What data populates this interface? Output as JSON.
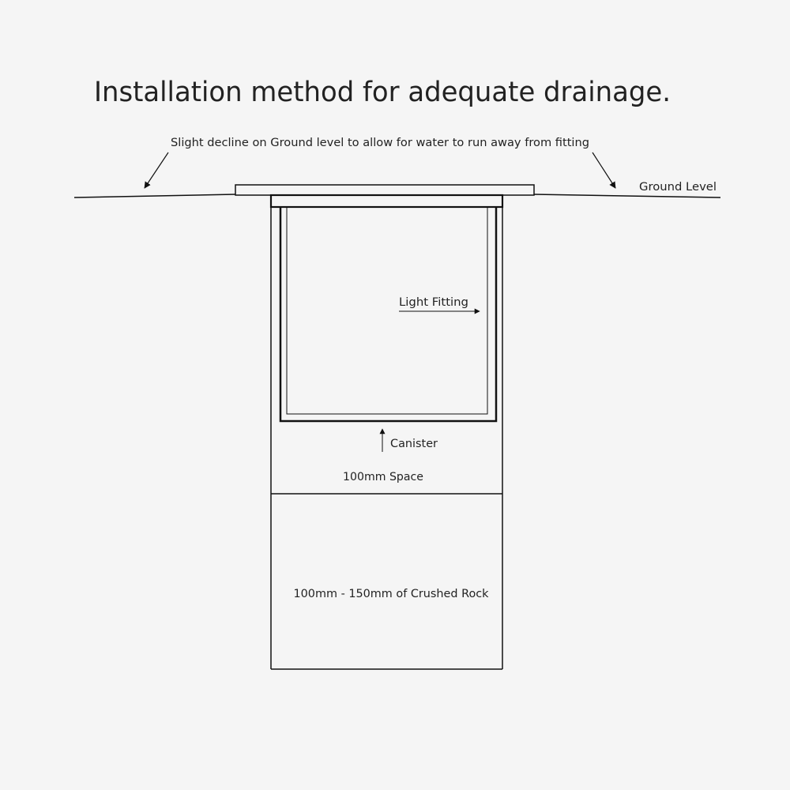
{
  "title": "Installation method for adequate drainage.",
  "labels": {
    "decline_note": "Slight decline on Ground level to allow for water to run away from fitting",
    "ground_level": "Ground Level",
    "light_fitting": "Light Fitting",
    "canister": "Canister",
    "space": "100mm Space",
    "crushed_rock": "100mm - 150mm of Crushed Rock"
  },
  "colors": {
    "line": "#111111",
    "background": "#f5f5f5"
  }
}
